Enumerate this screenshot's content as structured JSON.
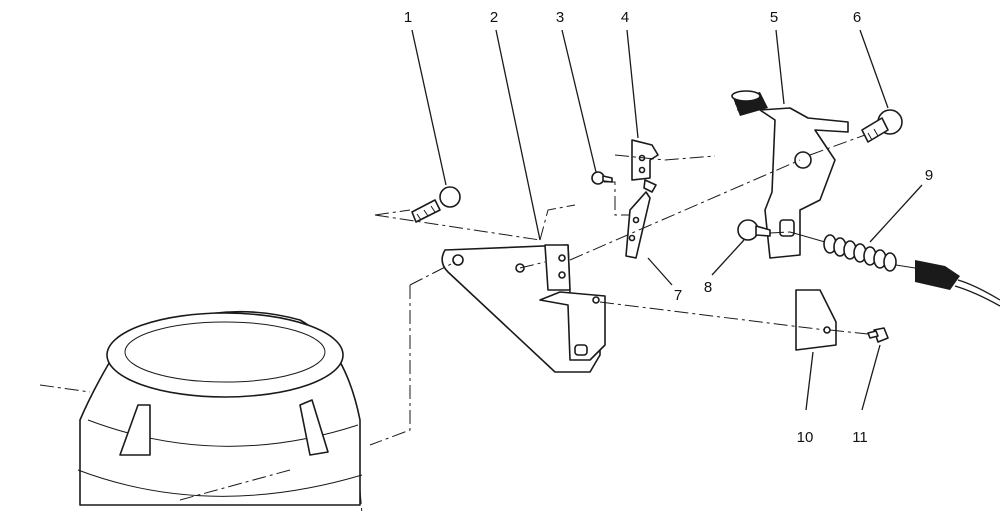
{
  "callouts": [
    {
      "id": "1",
      "label": "1"
    },
    {
      "id": "2",
      "label": "2"
    },
    {
      "id": "3",
      "label": "3"
    },
    {
      "id": "4",
      "label": "4"
    },
    {
      "id": "5",
      "label": "5"
    },
    {
      "id": "6",
      "label": "6"
    },
    {
      "id": "7",
      "label": "7"
    },
    {
      "id": "8",
      "label": "8"
    },
    {
      "id": "9",
      "label": "9"
    },
    {
      "id": "10",
      "label": "10"
    },
    {
      "id": "11",
      "label": "11"
    }
  ],
  "colors": {
    "ink": "#1a1a1a",
    "paper": "#ffffff"
  }
}
